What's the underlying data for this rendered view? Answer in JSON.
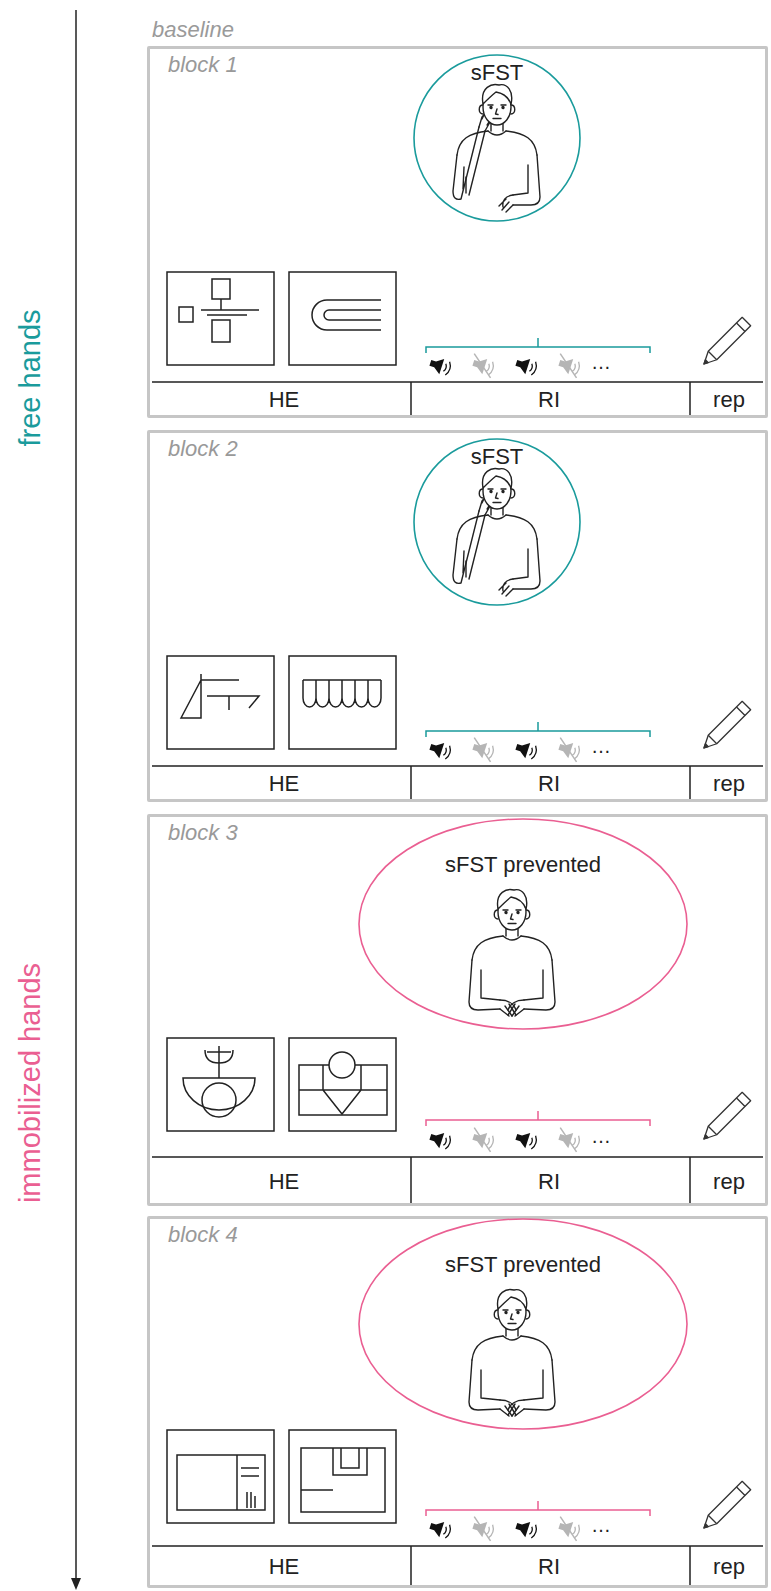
{
  "diagram": {
    "nodes": [
      {
        "text": [
          "block 1"
        ]
      },
      {
        "text": [
          "sFST"
        ],
        "in": 0
      },
      {
        "text": [
          "block 2"
        ]
      },
      {
        "text": [
          "sFST"
        ],
        "in": 2
      },
      {
        "text": [
          "block 3"
        ]
      },
      {
        "text": [
          "sFST prevented"
        ],
        "in": 4
      },
      {
        "text": [
          "block 4"
        ]
      },
      {
        "text": [
          "sFST prevented"
        ],
        "in": 6
      }
    ],
    "labels": [
      "free hands",
      "immobilized hands",
      "baseline",
      "…",
      "HE",
      "RI",
      "rep",
      "…",
      "HE",
      "RI",
      "rep",
      "…",
      "HE",
      "RI",
      "rep",
      "…",
      "HE",
      "RI",
      "rep"
    ]
  }
}
